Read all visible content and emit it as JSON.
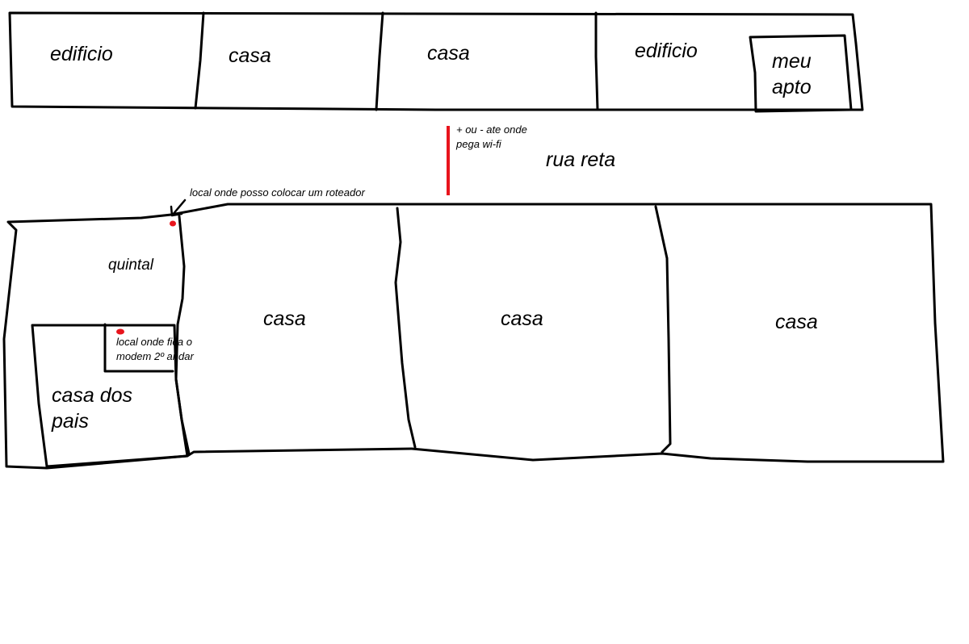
{
  "top_row": {
    "block_1": "edificio",
    "block_2": "casa",
    "block_3": "casa",
    "block_4": "edificio",
    "my_apartment_line1": "meu",
    "my_apartment_line2": "apto"
  },
  "street": {
    "name": "rua reta",
    "wifi_note_line1": "+ ou - ate onde",
    "wifi_note_line2": "pega wi-fi"
  },
  "bottom_row": {
    "router_note": "local onde posso colocar um roteador",
    "yard": "quintal",
    "modem_note_line1": "local onde fica o",
    "modem_note_line2": "modem 2º andar",
    "parents_house_line1": "casa dos",
    "parents_house_line2": "pais",
    "house_1": "casa",
    "house_2": "casa",
    "house_3": "casa"
  },
  "colors": {
    "ink": "#000000",
    "marker": "#e8141c"
  }
}
